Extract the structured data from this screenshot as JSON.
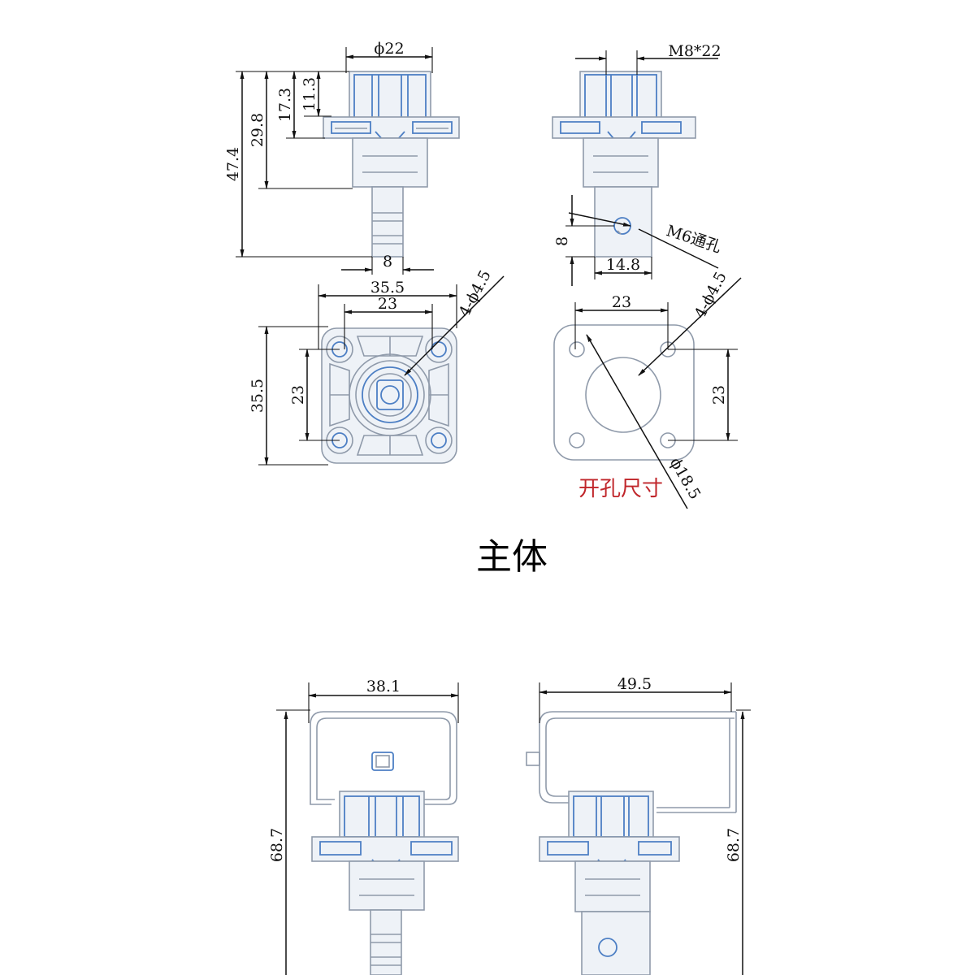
{
  "top_views": {
    "front": {
      "dia_top": "ϕ22",
      "h_11_3": "11.3",
      "h_17_3": "17.3",
      "h_29_8": "29.8",
      "h_47_4": "47.4",
      "shaft_width": "8"
    },
    "side": {
      "thread": "M8*22",
      "through_hole": "M6通孔",
      "hole_height": "8",
      "hole_offset": "14.8"
    },
    "bottom": {
      "overall_width": "35.5",
      "pitch_x": "23",
      "pitch_y": "23",
      "overall_height": "35.5",
      "holes": "4-ϕ4.5"
    },
    "cutout": {
      "pitch_x": "23",
      "pitch_y": "23",
      "holes": "4-ϕ4.5",
      "center_dia": "ϕ18.5",
      "label": "开孔尺寸"
    }
  },
  "section_title": "主体",
  "lower_views": {
    "front": {
      "width": "38.1",
      "height": "68.7"
    },
    "side": {
      "width": "49.5",
      "height": "68.7"
    }
  },
  "colors": {
    "outline": "#8f9aaa",
    "accent_blue": "#4d7fc4",
    "dimension": "#111111",
    "cutout_label": "#c0262b"
  }
}
